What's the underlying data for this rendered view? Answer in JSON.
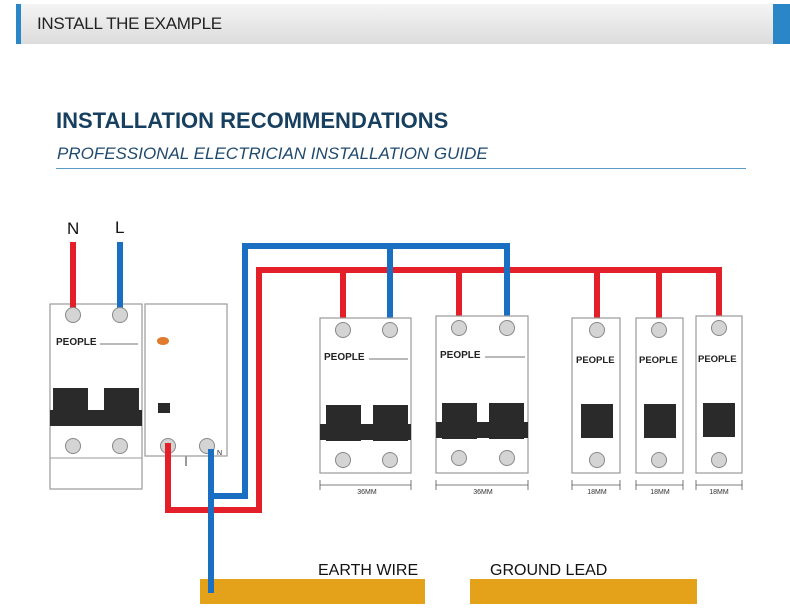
{
  "banner": {
    "title": "INSTALL THE EXAMPLE"
  },
  "heading": {
    "title": "INSTALLATION RECOMMENDATIONS",
    "subtitle": "PROFESSIONAL ELECTRICIAN INSTALLATION GUIDE"
  },
  "terminals": {
    "neutral": "N",
    "live": "L"
  },
  "breakers": {
    "brand": "PEOPLE",
    "rcd_terminal": "N",
    "widths": [
      "36MM",
      "36MM",
      "18MM",
      "18MM",
      "18MM"
    ]
  },
  "bars": {
    "earth": "EARTH WIRE",
    "ground": "GROUND LEAD"
  },
  "colors": {
    "live": "#e3202a",
    "neutral": "#1b6fc2",
    "bar": "#e3a21a",
    "accent": "#2a86c6"
  }
}
